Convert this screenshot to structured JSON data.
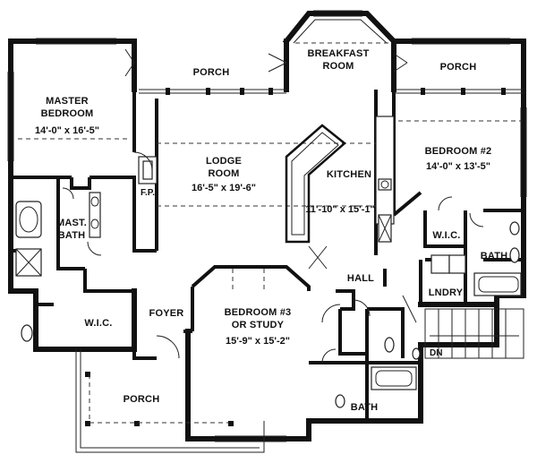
{
  "rooms": {
    "master_bedroom": {
      "line1": "MASTER",
      "line2": "BEDROOM",
      "dims": "14'-0\" x 16'-5\""
    },
    "porch_rear_left": {
      "label": "PORCH"
    },
    "breakfast_room": {
      "line1": "BREAKFAST",
      "line2": "ROOM"
    },
    "porch_rear_right": {
      "label": "PORCH"
    },
    "lodge_room": {
      "line1": "LODGE",
      "line2": "ROOM",
      "dims": "16'-5\" x 19'-6\""
    },
    "kitchen": {
      "label": "KITCHEN",
      "dims": "11'-10\" x 15'-1\""
    },
    "bedroom_2": {
      "label": "BEDROOM #2",
      "dims": "14'-0\" x 13'-5\""
    },
    "mast_bath": {
      "line1": "MAST.",
      "line2": "BATH"
    },
    "wic_master": {
      "label": "W.I.C."
    },
    "wic_2": {
      "label": "W.I.C."
    },
    "bath_2": {
      "label": "BATH"
    },
    "hall": {
      "label": "HALL"
    },
    "laundry": {
      "label": "LNDRY"
    },
    "foyer": {
      "label": "FOYER"
    },
    "bedroom_3": {
      "line1": "BEDROOM #3",
      "line2": "OR STUDY",
      "dims": "15'-9\" x 15'-2\""
    },
    "porch_front": {
      "label": "PORCH"
    },
    "bath_3": {
      "label": "BATH"
    },
    "stair": {
      "label": "DN"
    }
  },
  "fireplace_label": "F.P."
}
